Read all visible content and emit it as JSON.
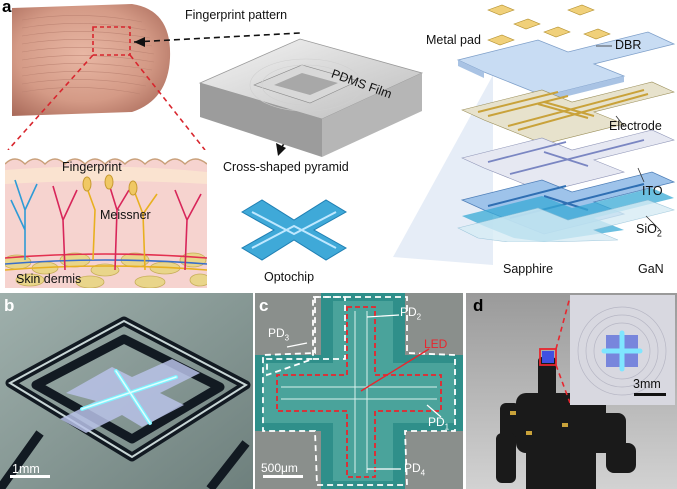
{
  "panel_letters": {
    "a": "a",
    "b": "b",
    "c": "c",
    "d": "d"
  },
  "panel_a": {
    "fingerprint_pattern": "Fingerprint pattern",
    "pdms_film": "PDMS Film",
    "cross_pyramid": "Cross-shaped pyramid",
    "optochip": "Optochip",
    "skin_fingerprint": "Fingerprint",
    "skin_meissner": "Meissner",
    "skin_dermis": "Skin dermis",
    "layers": {
      "metal_pad": "Metal pad",
      "dbr": "DBR",
      "electrode": "Electrode",
      "ito": "ITO",
      "sio2_base": "SiO",
      "sio2_sub": "2",
      "sapphire": "Sapphire",
      "gan": "GaN"
    }
  },
  "panel_b": {
    "scale": "1mm"
  },
  "panel_c": {
    "pd2_base": "PD",
    "pd2_sub": "2",
    "pd3_base": "PD",
    "pd3_sub": "3",
    "pd1_base": "PD",
    "pd1_sub": "1",
    "pd4_base": "PD",
    "pd4_sub": "4",
    "led": "LED",
    "scale": "500μm"
  },
  "panel_d": {
    "scale": "3mm"
  },
  "colors": {
    "red_dashed": "#d8262e",
    "chip_blue": "#3fa9d8",
    "gold": "#c9a23a",
    "skin_pink": "#f6d3cf",
    "panel_c_bg": "#8a8f8c",
    "panel_c_chip": "#2f8f8a"
  }
}
